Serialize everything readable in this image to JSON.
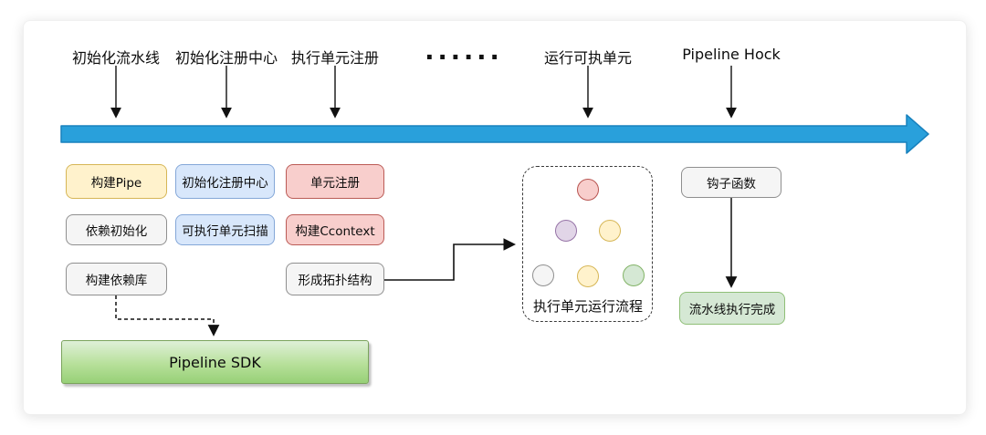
{
  "timeline": {
    "labels": [
      "初始化流水线",
      "初始化注册中心",
      "执行单元注册",
      "运行可执单元",
      "Pipeline Hock"
    ],
    "dots": "......",
    "arrow_color": "#29A0DB",
    "arrow_border_color": "#1881BD"
  },
  "boxes": {
    "build_pipe": "构建Pipe",
    "init_registry": "初始化注册中心",
    "unit_register": "单元注册",
    "dep_init": "依赖初始化",
    "unit_scan": "可执行单元扫描",
    "build_context": "构建Ccontext",
    "build_deps": "构建依赖库",
    "topology": "形成拓扑结构",
    "hook_fn": "钩子函数",
    "pipeline_done": "流水线执行完成"
  },
  "flow_chart": {
    "title": "执行单元运行流程",
    "nodes": [
      "red",
      "purple",
      "yellow",
      "gray",
      "yellow",
      "green"
    ]
  },
  "sdk": {
    "label": "Pipeline SDK"
  },
  "palette": {
    "yellow_fill": "#FFF2CC",
    "yellow_border": "#D6B656",
    "blue_fill": "#D8E7FB",
    "blue_border": "#84A7D8",
    "red_fill": "#F8CECC",
    "red_border": "#B85450",
    "gray_fill": "#F5F5F5",
    "gray_border": "#8F8F8F",
    "green_fill": "#D5E8D4",
    "green_border": "#82B366",
    "purple_fill": "#E1D5E7",
    "purple_border": "#9673A6",
    "sdk_gradient_top": "#DFF0D8",
    "sdk_gradient_bottom": "#97D077"
  }
}
